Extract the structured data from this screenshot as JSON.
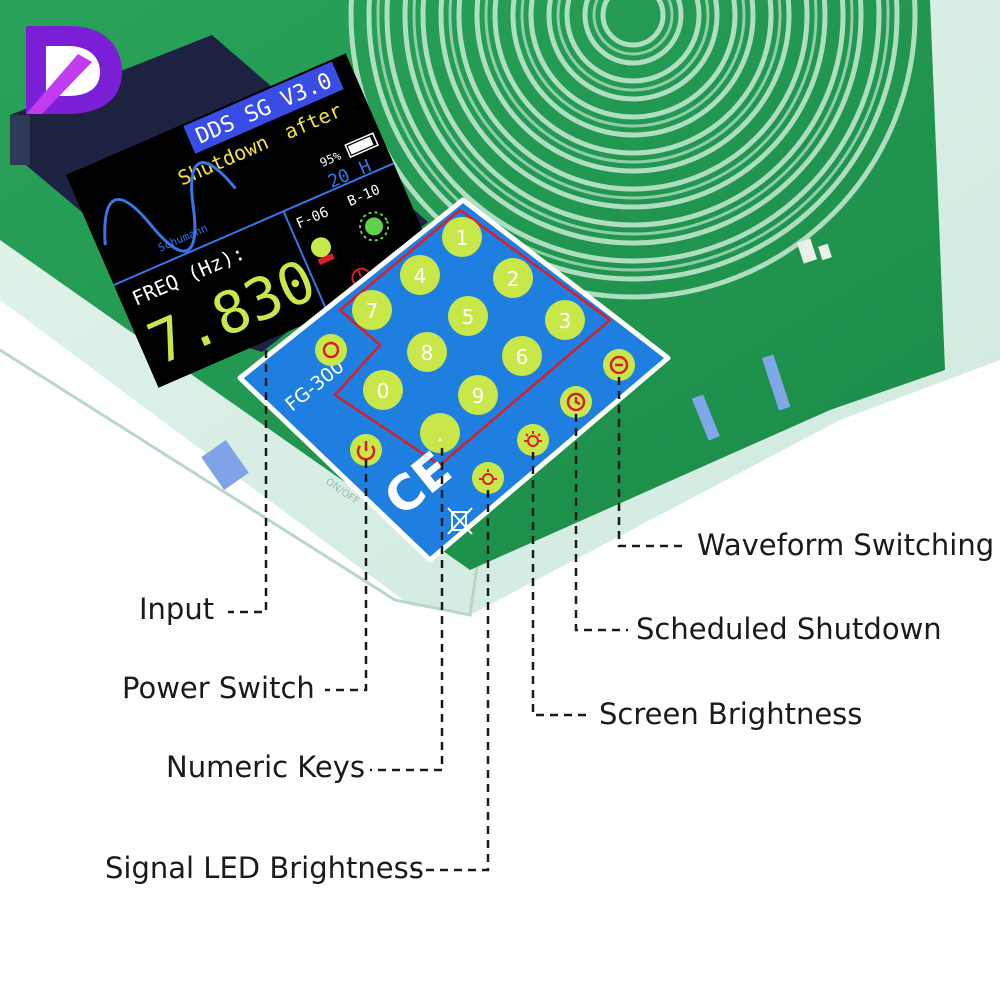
{
  "brand": {
    "logo_letter": "D",
    "logo_color": "#7a1fd6"
  },
  "screen": {
    "title": "DDS SG V3.0",
    "shutdown_word": "Shutdown",
    "after_word": "after",
    "shutdown_value": "20",
    "shutdown_unit": "H",
    "battery": "95%",
    "wave_name": "Schumann",
    "freq_label": "FREQ (Hz):",
    "freq_value": "7.830",
    "f_level": "F-06",
    "b_level": "B-10"
  },
  "keypad": {
    "model": "FG-300",
    "keys": [
      "1",
      "2",
      "3",
      "4",
      "5",
      "6",
      "7",
      "8",
      "9",
      "0",
      "."
    ],
    "cert_mark": "CE",
    "colors": {
      "panel": "#1e7fe0",
      "key": "#c8e84a",
      "border": "#d81e2a"
    }
  },
  "board": {
    "switch_label": "ON/OFF",
    "pcb_color": "#1f9a52"
  },
  "callouts": {
    "waveform": "Waveform Switching",
    "shutdown": "Scheduled Shutdown",
    "brightness": "Screen Brightness",
    "input": "Input",
    "power": "Power Switch",
    "numeric": "Numeric Keys",
    "led": "Signal LED Brightness"
  }
}
